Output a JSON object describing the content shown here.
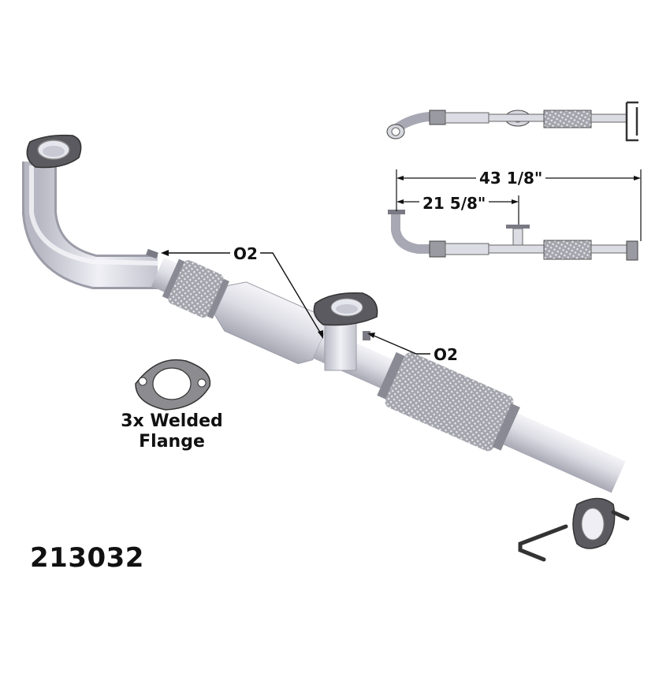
{
  "product": {
    "part_number": "213032",
    "flange_note_line1": "3x Welded",
    "flange_note_line2": "Flange"
  },
  "callouts": {
    "o2_upstream": "O2",
    "o2_downstream": "O2"
  },
  "inset_diagram": {
    "overall_length": "43 1/8\"",
    "o2_bung_distance": "21 5/8\""
  },
  "colors": {
    "pipe_light": "#e4e4ec",
    "pipe_mid": "#c9c9d3",
    "pipe_dark": "#9c9ca8",
    "flange": "#5a5a60",
    "mesh": "#8f8f96",
    "text": "#111111"
  }
}
